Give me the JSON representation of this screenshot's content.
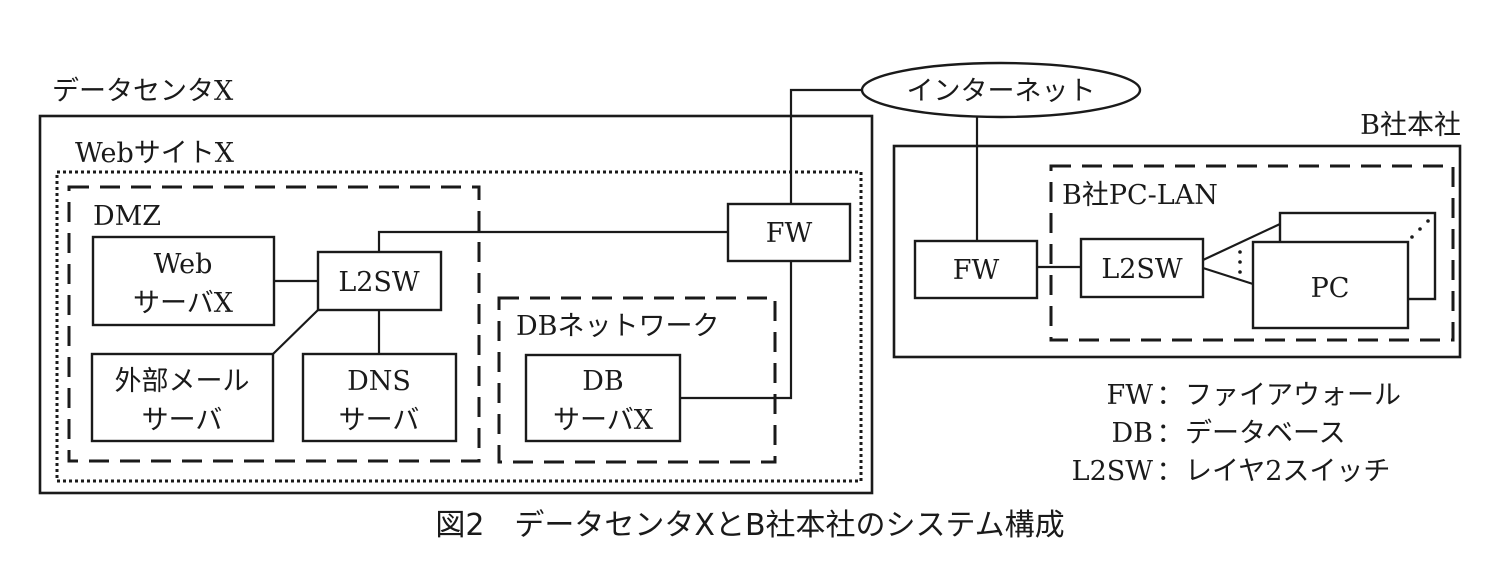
{
  "figure": {
    "caption": "図2　データセンタXとB社本社のシステム構成"
  },
  "datacenter": {
    "title": "データセンタX",
    "website": {
      "title": "WebサイトX",
      "dmz": {
        "title": "DMZ",
        "nodes": {
          "web_server": [
            "Web",
            "サーバX"
          ],
          "l2sw": "L2SW",
          "mail_server": [
            "外部メール",
            "サーバ"
          ],
          "dns_server": [
            "DNS",
            "サーバ"
          ]
        }
      },
      "db_network": {
        "title": "DBネットワーク",
        "nodes": {
          "db_server": [
            "DB",
            "サーバX"
          ]
        }
      },
      "fw": "FW"
    }
  },
  "internet": "インターネット",
  "headquarters": {
    "title": "B社本社",
    "fw": "FW",
    "pc_lan": {
      "title": "B社PC-LAN",
      "l2sw": "L2SW",
      "pc": "PC"
    }
  },
  "legend": [
    {
      "abbr": "FW",
      "sep": "：",
      "meaning": "ファイアウォール"
    },
    {
      "abbr": "DB",
      "sep": "：",
      "meaning": "データベース"
    },
    {
      "abbr": "L2SW",
      "sep": "：",
      "meaning": "レイヤ2スイッチ"
    }
  ]
}
